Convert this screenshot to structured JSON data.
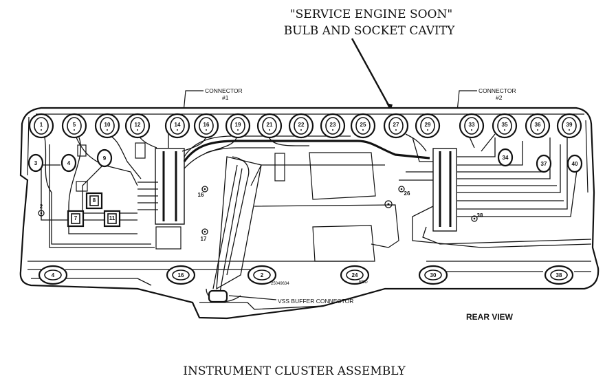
{
  "callout": {
    "line1": "\"SERVICE ENGINE SOON\"",
    "line2": "BULB AND SOCKET CAVITY"
  },
  "connector1": {
    "line1": "CONNECTOR",
    "line2": "#1"
  },
  "connector2": {
    "line1": "CONNECTOR",
    "line2": "#2"
  },
  "vss_label": "VSS BUFFER CONNECTOR",
  "rear_view": "REAR VIEW",
  "caption": "INSTRUMENT CLUSTER ASSEMBLY",
  "board_marks": {
    "part_no": "25049634",
    "red": "RED"
  },
  "top_sockets": [
    "1",
    "5",
    "10",
    "12",
    "14",
    "16",
    "19",
    "21",
    "22",
    "23",
    "25",
    "27",
    "29",
    "33",
    "35",
    "36",
    "39"
  ],
  "side_sockets": [
    "3",
    "4",
    "9",
    "34",
    "37",
    "40"
  ],
  "square_terminals": [
    "7",
    "8",
    "11"
  ],
  "small_marks": [
    "2",
    "16",
    "17",
    "26",
    "38"
  ],
  "bottom_sockets": [
    "4",
    "16",
    "2",
    "24",
    "30",
    "38"
  ]
}
